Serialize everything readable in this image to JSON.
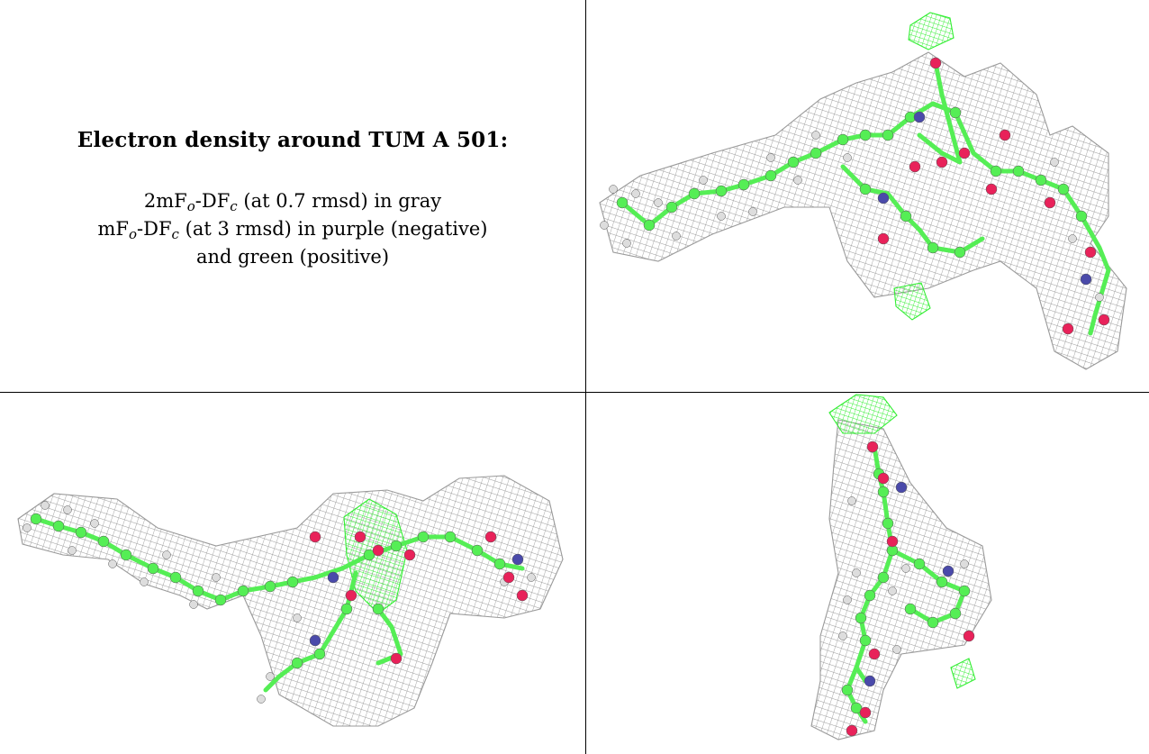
{
  "panel_text": {
    "title": "Electron density around TUM A 501:",
    "line1": {
      "a": "2mF",
      "b": "-DF",
      "c": " (at 0.7 rmsd) in gray",
      "sub_o": "o",
      "sub_c": "c"
    },
    "line2": {
      "a": "mF",
      "b": "-DF",
      "c": " (at 3 rmsd) in purple (negative)",
      "sub_o": "o",
      "sub_c": "c"
    },
    "line3": "and green (positive)"
  },
  "colors": {
    "mesh_gray": "#9a9a9a",
    "mesh_green": "#33ee33",
    "carbon": "#55ee55",
    "oxygen": "#e8225a",
    "nitrogen": "#4a4aaa",
    "hydrogen": "#dddddd"
  },
  "views": [
    {
      "name": "top-right-view"
    },
    {
      "name": "bottom-left-view"
    },
    {
      "name": "bottom-right-view"
    }
  ]
}
